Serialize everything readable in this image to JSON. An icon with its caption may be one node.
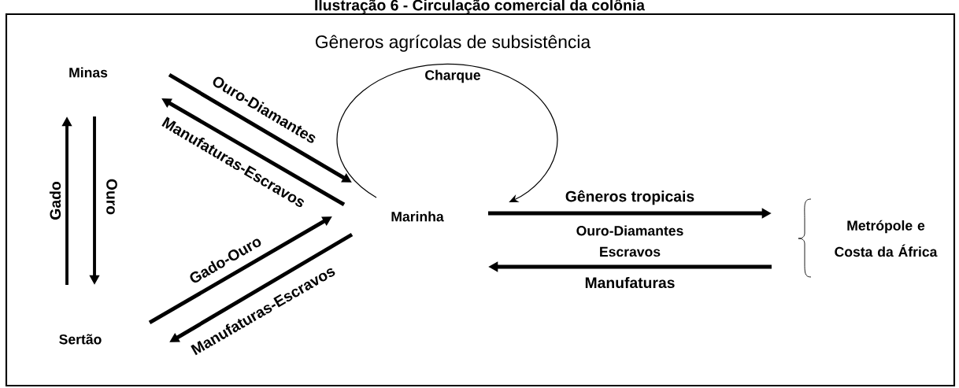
{
  "diagram": {
    "title": "Ilustração 6 - Circulação comercial da colônia",
    "nodes": [
      {
        "text": [
          "Minas"
        ]
      },
      {
        "text": [
          "Sertão"
        ]
      },
      {
        "text": [
          "Marinha"
        ]
      },
      {
        "text": [
          "Metrópole e Costa da África"
        ]
      }
    ],
    "edges": [
      {
        "from": 1,
        "to": 0,
        "arrow": "to",
        "label": "Gado"
      },
      {
        "from": 0,
        "to": 1,
        "arrow": "to",
        "label": "Ouro"
      },
      {
        "from": 0,
        "to": 2,
        "arrow": "to",
        "label": "Ouro-Diamantes"
      },
      {
        "from": 2,
        "to": 0,
        "arrow": "to",
        "label": "Manufaturas-Escravos"
      },
      {
        "from": 1,
        "to": 2,
        "arrow": "to",
        "label": "Gado-Ouro"
      },
      {
        "from": 2,
        "to": 1,
        "arrow": "to",
        "label": "Manufaturas-Escravos"
      },
      {
        "from": 2,
        "to": 2,
        "arrow": "to",
        "label": "Gêneros agrícolas de subsistência"
      },
      {
        "from": 2,
        "to": 3,
        "arrow": "to",
        "label": "Gêneros tropicais"
      },
      {
        "from": 3,
        "to": 2,
        "arrow": "to",
        "label": "Manufaturas"
      }
    ],
    "labels": [
      "Charque",
      "Ouro-Diamantes",
      "Escravos"
    ]
  }
}
